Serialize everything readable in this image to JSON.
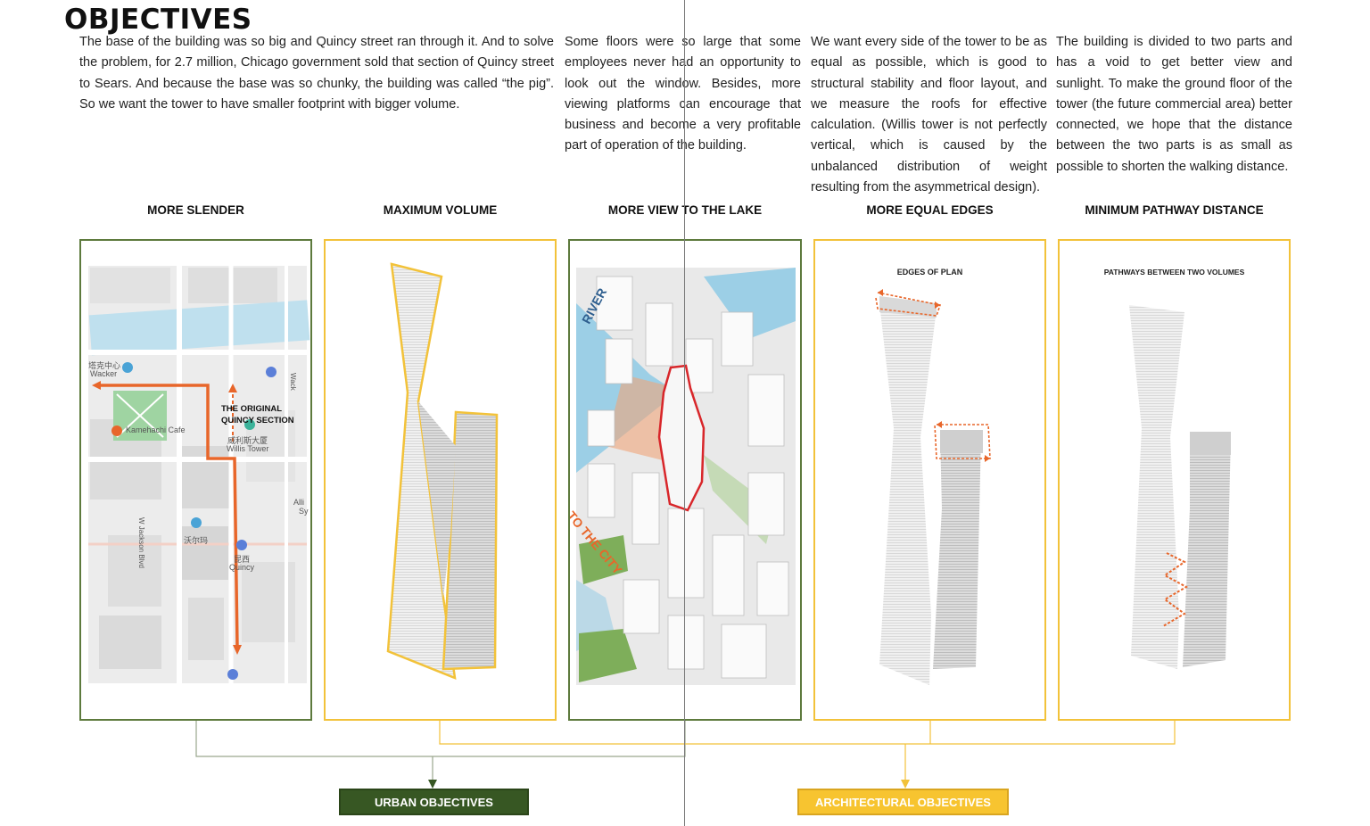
{
  "page": {
    "title": "OBJECTIVES"
  },
  "paragraphs": [
    "The base of the building was so big and Quincy street ran through it. And to solve the problem, for 2.7 million, Chicago government sold that section of Quincy street to Sears. And because the base was so chunky, the building was called “the pig”. So we want the tower to have smaller footprint with bigger volume.",
    "Some floors were so large that some employees never had an opportunity to look out the window. Besides, more viewing platforms can encourage that business and become a very profitable part of operation of the building.",
    "We want every side of the tower to be as equal as possible, which is good to structural stability and floor layout, and we measure the roofs for effective calculation. (Willis tower is not perfectly vertical, which is caused by the unbalanced distribution of weight resulting from the asymmetrical design).",
    "The building is divided to two parts and has a void to get better view and sunlight. To make the ground floor of the tower (the future commercial area) better connected, we hope that the distance between the two parts is as small as possible to shorten the walking distance."
  ],
  "headings": {
    "slender": "MORE SLENDER",
    "volume": "MAXIMUM VOLUME",
    "view": "MORE VIEW TO THE LAKE",
    "edges": "MORE EQUAL EDGES",
    "pathway": "MINIMUM PATHWAY DISTANCE"
  },
  "map": {
    "wacker": "Wacker",
    "wacker_cn": "塔克中心",
    "cafe": "Kamehachi Cafe",
    "original_section": "THE ORIGINAL QUINCY SECTION",
    "willis_cn": "威利斯大厦",
    "willis": "Willis Tower",
    "walmart_cn": "沃尔玛",
    "quincy_cn": "昆西",
    "quincy": "Quincy",
    "wells_cn": "W Jackson Blvd",
    "alli": "Alli",
    "sy": "Sy",
    "wack_right": "Wack"
  },
  "view_panel": {
    "river": "RIVER",
    "to_city": "TO THE CITY"
  },
  "panel_labels": {
    "edges_of_plan": "EDGES OF PLAN",
    "pathways": "PATHWAYS BETWEEN TWO VOLUMES"
  },
  "buttons": {
    "urban": "URBAN OBJECTIVES",
    "architectural": "ARCHITECTURAL OBJECTIVES"
  },
  "colors": {
    "green": "#5d7a3d",
    "dark_green": "#375723",
    "yellow": "#f2c23a",
    "orange": "#e8662a",
    "red": "#d8262a",
    "water": "#9ccfe6"
  }
}
